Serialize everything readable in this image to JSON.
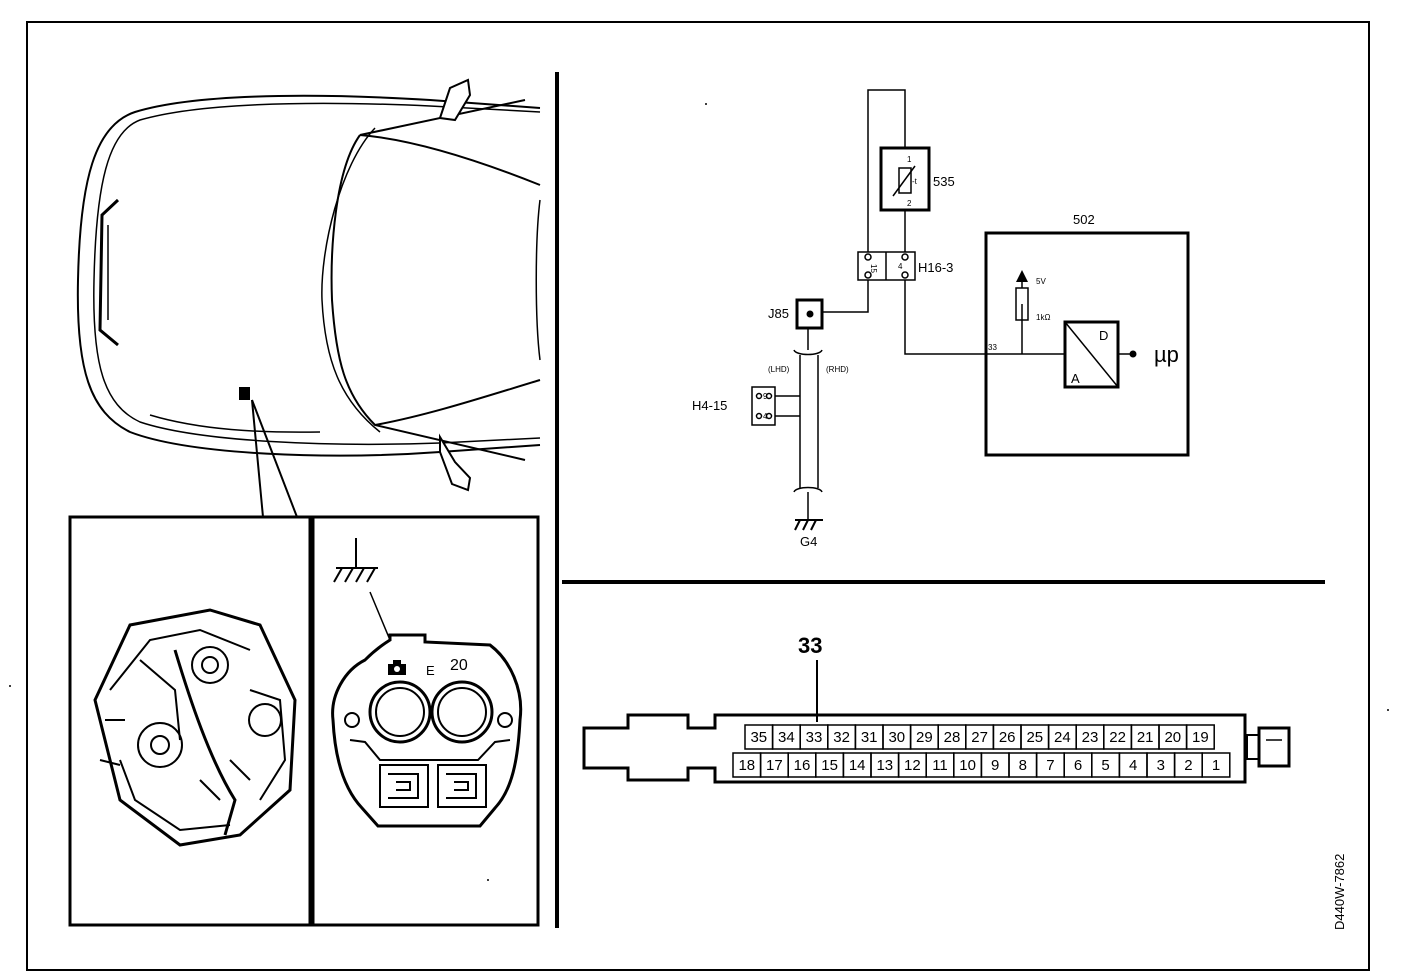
{
  "diagram": {
    "ref_code": "D440W-7862",
    "schematic": {
      "sensor_label": "535",
      "sensor_pin_1": "1",
      "sensor_pin_2": "2",
      "sensor_symbol": "-t",
      "ecu_label": "502",
      "connector_h16_label": "H16-3",
      "connector_h16_pin_left": "15",
      "connector_h16_pin_right": "4",
      "junction_label": "J85",
      "connector_h4_label": "H4-15",
      "connector_h4_pin_top": "9",
      "connector_h4_pin_bottom": "4",
      "lhd_label": "(LHD)",
      "rhd_label": "(RHD)",
      "ground_label": "G4",
      "supply_label": "5V",
      "resistor_label": "1kΩ",
      "ecu_input_pin": "33",
      "converter_in": "A",
      "converter_out": "D",
      "micro_label": "µp"
    },
    "connector_view": {
      "highlight_pin": "33",
      "top_row": [
        "35",
        "34",
        "33",
        "32",
        "31",
        "30",
        "29",
        "28",
        "27",
        "26",
        "25",
        "24",
        "23",
        "22",
        "21",
        "20",
        "19"
      ],
      "bottom_row": [
        "18",
        "17",
        "16",
        "15",
        "14",
        "13",
        "12",
        "11",
        "10",
        "9",
        "8",
        "7",
        "6",
        "5",
        "4",
        "3",
        "2",
        "1"
      ]
    },
    "component_view": {
      "connector_mark_e": "E",
      "connector_mark_number": "20"
    }
  }
}
